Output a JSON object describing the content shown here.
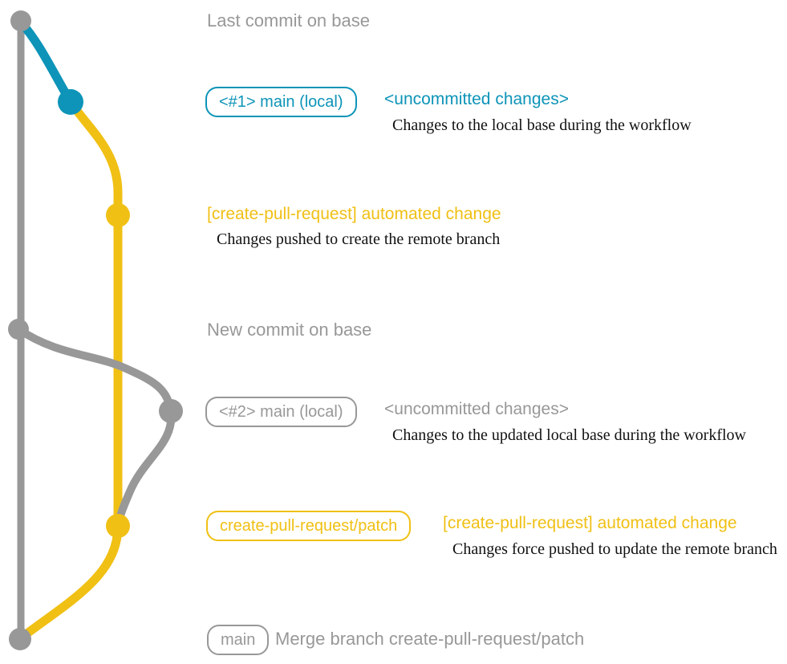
{
  "colors": {
    "base_gray": "#989898",
    "local_blue": "#0d94b8",
    "pr_yellow": "#f0c014",
    "description_text": "#111111",
    "background": "#ffffff"
  },
  "rows": {
    "last_commit": {
      "title": "Last commit on base"
    },
    "local_commit_1": {
      "badge": "<#1> main (local)",
      "message": "<uncommitted changes>",
      "description": "Changes to the local base during the workflow"
    },
    "automated_commit_1": {
      "message": "[create-pull-request] automated change",
      "description": "Changes pushed to create the remote branch"
    },
    "new_commit": {
      "title": "New commit on base"
    },
    "local_commit_2": {
      "badge": "<#2> main (local)",
      "message": "<uncommitted changes>",
      "description": "Changes to the updated local base during the workflow"
    },
    "automated_commit_2": {
      "badge": "create-pull-request/patch",
      "message": "[create-pull-request] automated change",
      "description": "Changes force pushed to update the remote branch"
    },
    "merge_commit": {
      "badge": "main",
      "message": "Merge branch create-pull-request/patch"
    }
  }
}
